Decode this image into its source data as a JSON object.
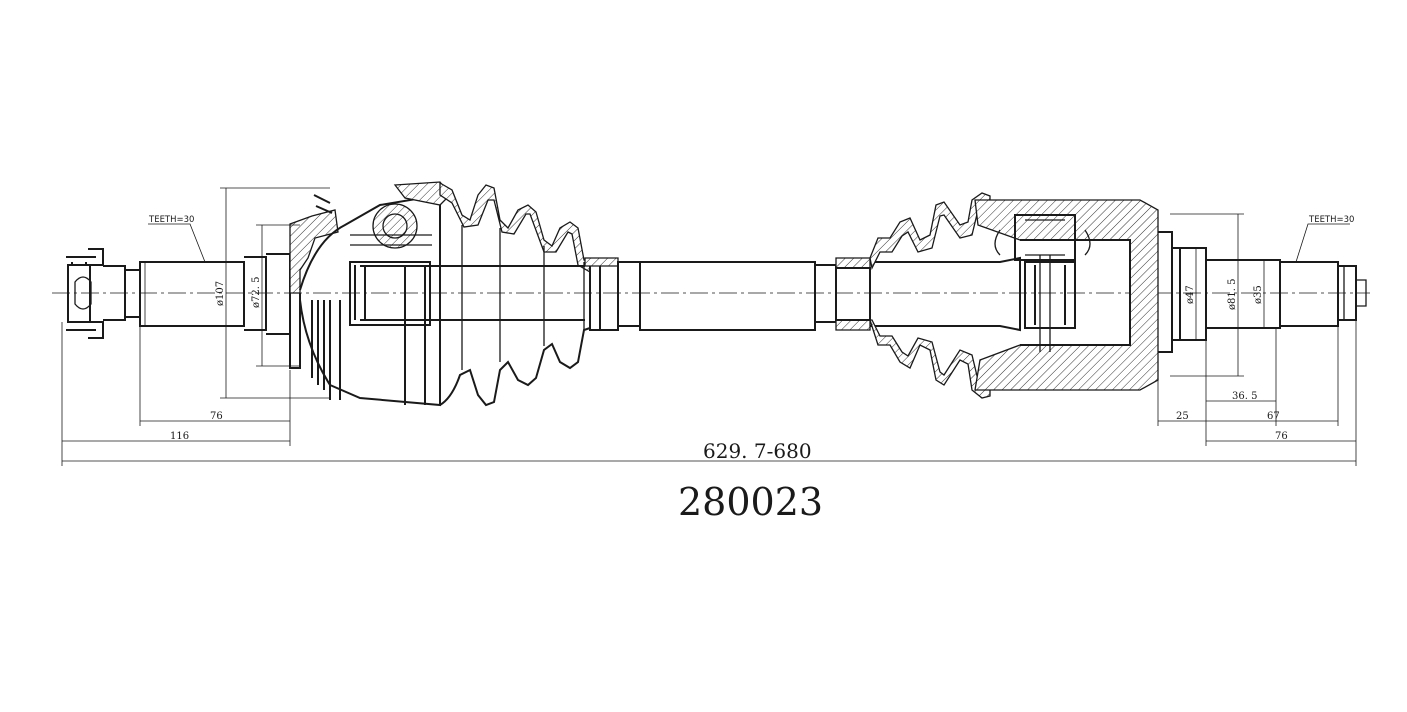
{
  "part_number": "280023",
  "overall_length": "629. 7-680",
  "left_end": {
    "teeth_label": "TEETH=30",
    "dia_outer": "ø107",
    "dia_inner": "ø72. 5",
    "dim_76": "76",
    "dim_116": "116"
  },
  "right_end": {
    "teeth_label": "TEETH=30",
    "dia_47": "ø47",
    "dia_81_5": "ø81. 5",
    "dia_35": "ø35",
    "dim_36_5": "36. 5",
    "dim_25": "25",
    "dim_67": "67",
    "dim_76": "76"
  }
}
